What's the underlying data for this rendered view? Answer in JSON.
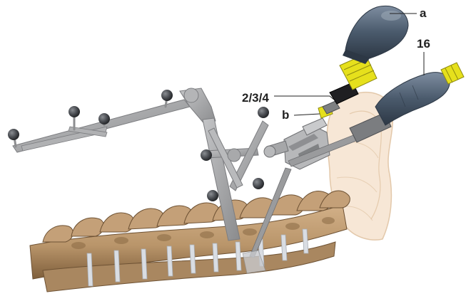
{
  "labels": {
    "a": "a",
    "sixteen": "16",
    "two_three_four": "2/3/4",
    "b": "b"
  },
  "colors": {
    "bone": "#b9956a",
    "bone_dark": "#8a6a44",
    "disc": "#d9dde3",
    "frame": "#9b9c9e",
    "marker_sphere": "#4a4d52",
    "handle": "#4a5a6c",
    "yellow_accent": "#e6e01c",
    "pelvis_translucent": "#f0d4b4"
  },
  "icons": {
    "reference_frame": "reference-array-icon",
    "instrument": "instrument-icon",
    "spine": "spine-icon",
    "pelvis": "pelvis-icon"
  }
}
